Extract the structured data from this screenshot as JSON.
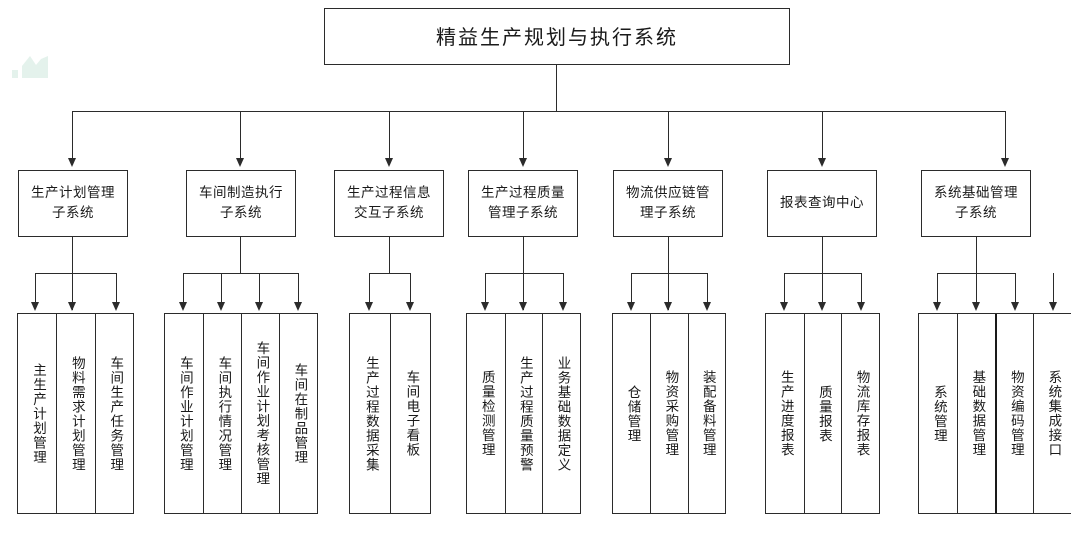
{
  "diagram": {
    "type": "org-chart",
    "title_box": {
      "label": "精益生产规划与执行系统"
    },
    "colors": {
      "line": "#2b2b2b",
      "box_border": "#2b2b2b",
      "background": "#ffffff",
      "text": "#1a1a1a",
      "watermark": "#e7f3ee"
    },
    "subsystems": [
      {
        "label": "生产计划管理\n子系统",
        "label_line1": "生产计划管理",
        "label_line2": "子系统",
        "children": [
          "主生产计划管理",
          "物料需求计划管理",
          "车间生产任务管理"
        ]
      },
      {
        "label": "车间制造执行\n子系统",
        "label_line1": "车间制造执行",
        "label_line2": "子系统",
        "children": [
          "车间作业计划管理",
          "车间执行情况管理",
          "车间作业计划考核管理",
          "车间在制品管理"
        ]
      },
      {
        "label": "生产过程信息\n交互子系统",
        "label_line1": "生产过程信息",
        "label_line2": "交互子系统",
        "children": [
          "生产过程数据采集",
          "车间电子看板"
        ]
      },
      {
        "label": "生产过程质量\n管理子系统",
        "label_line1": "生产过程质量",
        "label_line2": "管理子系统",
        "children": [
          "质量检测管理",
          "生产过程质量预警",
          "业务基础数据定义"
        ]
      },
      {
        "label": "物流供应链管\n理子系统",
        "label_line1": "物流供应链管",
        "label_line2": "理子系统",
        "children": [
          "仓储管理",
          "物资采购管理",
          "装配备料管理"
        ]
      },
      {
        "label": "报表查询中心",
        "label_line1": "报表查询中心",
        "label_line2": "",
        "children": [
          "生产进度报表",
          "质量报表",
          "物流库存报表"
        ]
      },
      {
        "label": "系统基础管理\n子系统",
        "label_line1": "系统基础管理",
        "label_line2": "子系统",
        "children": [
          "系统管理",
          "基础数据管理",
          "物资编码管理",
          "系统集成接口"
        ]
      }
    ]
  }
}
